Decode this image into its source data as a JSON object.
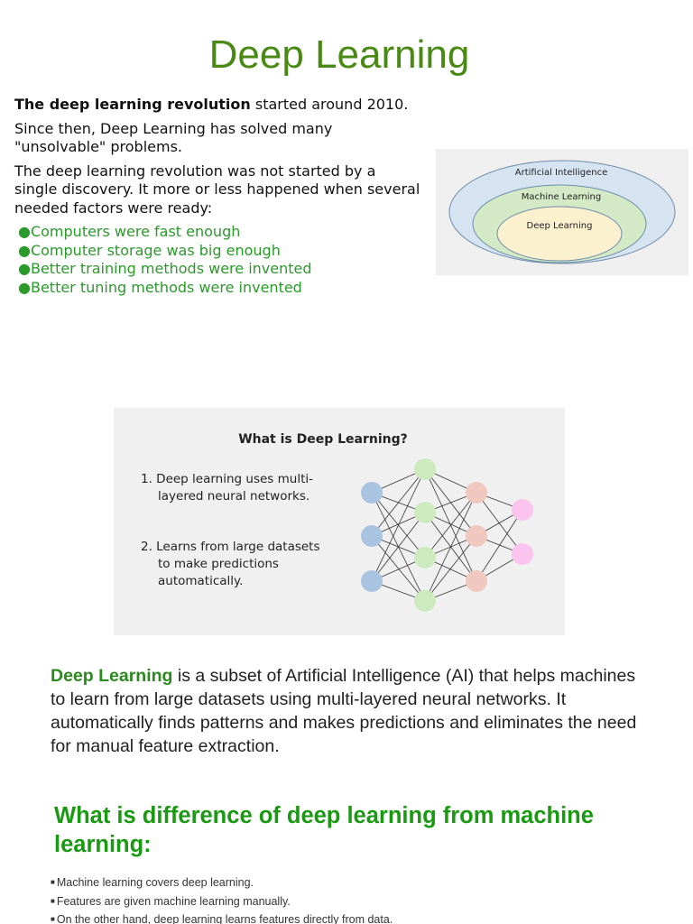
{
  "title": "Deep Learning",
  "intro": {
    "p1_bold": "The deep learning revolution",
    "p1_rest": " started around 2010.",
    "p2": "Since then, Deep Learning has solved many \"unsolvable\" problems.",
    "p3": "The deep learning revolution was not started by a single discovery. It more or less happened when several needed factors were ready:",
    "bullet_char": "●",
    "factors": [
      "Computers were fast enough",
      "Computer storage was big enough",
      "Better training methods were invented",
      "Better tuning methods were invented"
    ]
  },
  "venn": {
    "outer": "Artificial Intelligence",
    "middle": "Machine Learning",
    "inner": "Deep Learning",
    "colors": {
      "outer": "#d6e4f2",
      "middle": "#d4eac6",
      "inner": "#fbf1cf",
      "stroke": "#6e8caa"
    }
  },
  "figure": {
    "title": "What is Deep Learning?",
    "item1_line1": "1. Deep learning uses multi-",
    "item1_line2": "layered neural networks.",
    "item2_line1": "2. Learns from large datasets",
    "item2_line2": "to make predictions",
    "item2_line3": "automatically.",
    "node_colors": [
      "#a8c4e0",
      "#cdeabf",
      "#f0c8c0",
      "#fbc4ee"
    ]
  },
  "definition": {
    "highlight": "Deep Learning",
    "rest": " is a subset of Artificial Intelligence (AI) that helps machines to learn from large datasets using multi-layered neural networks. It automatically finds patterns and makes predictions and eliminates the need for manual feature extraction."
  },
  "difference": {
    "heading": "What is difference of deep learning from machine learning:",
    "bullet_char": "■",
    "items": [
      "Machine learning covers deep learning.",
      "Features are given machine learning manually.",
      "On the other hand, deep learning learns features directly from data."
    ]
  }
}
